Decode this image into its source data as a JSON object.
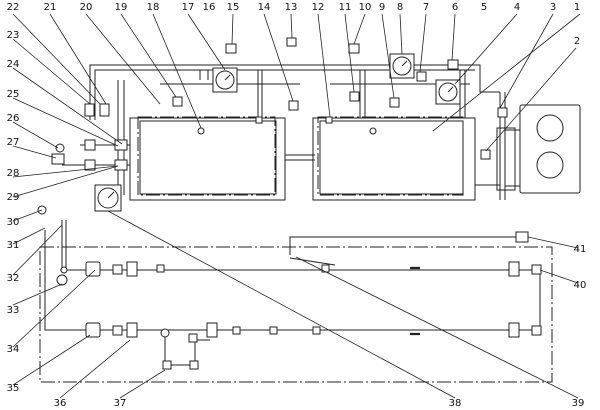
{
  "labels": [
    "1",
    "2",
    "3",
    "4",
    "5",
    "6",
    "7",
    "8",
    "9",
    "10",
    "11",
    "12",
    "13",
    "14",
    "15",
    "16",
    "17",
    "18",
    "19",
    "20",
    "21",
    "22",
    "23",
    "24",
    "25",
    "26",
    "27",
    "28",
    "29",
    "30",
    "31",
    "32",
    "33",
    "34",
    "35",
    "36",
    "37",
    "38",
    "39",
    "40",
    "41"
  ]
}
